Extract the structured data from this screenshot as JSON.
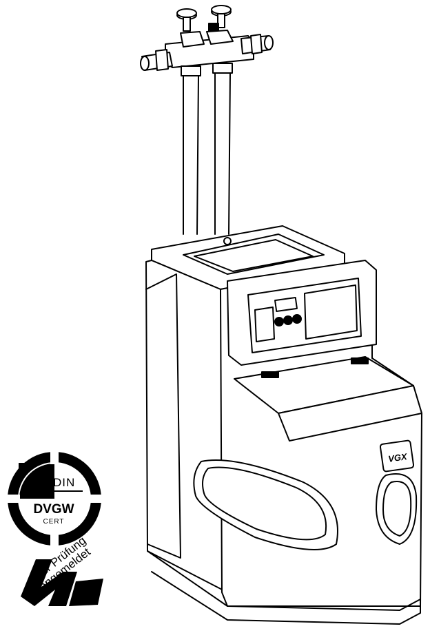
{
  "seal": {
    "din": "DIN",
    "dvgw": "DVGW",
    "cert": "CERT"
  },
  "stamp": {
    "line1": "zur Prüfung",
    "line2": "angemeldet"
  },
  "device": {
    "badge": "VGX"
  },
  "colors": {
    "ink": "#000000",
    "paper": "#ffffff"
  }
}
